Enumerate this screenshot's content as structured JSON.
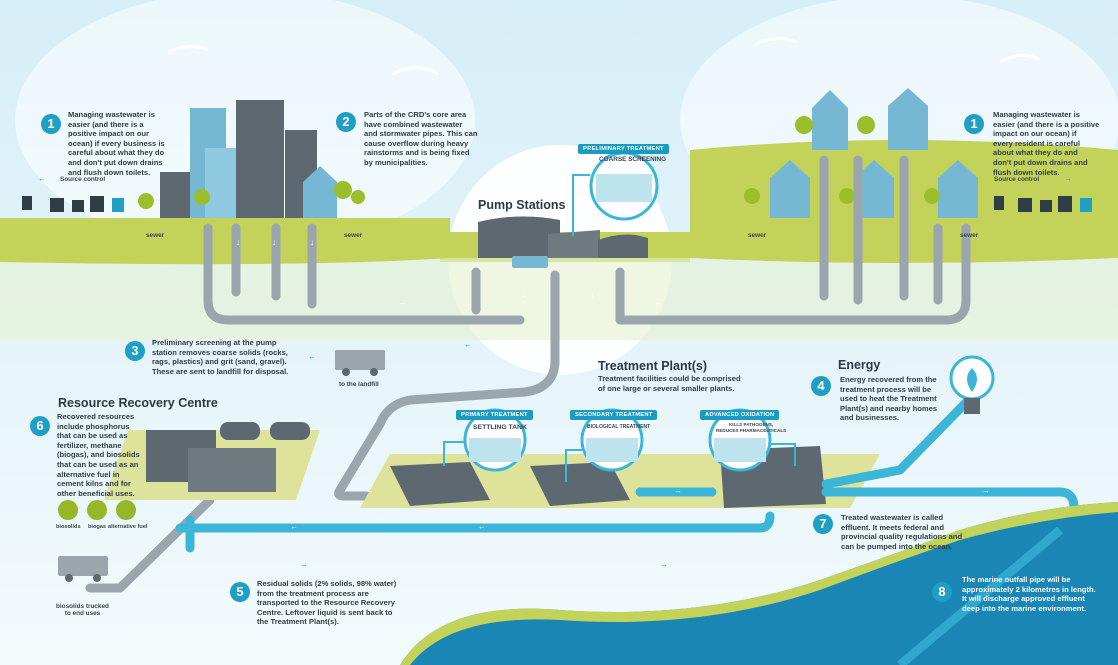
{
  "colors": {
    "sky": "#e9f5fa",
    "ground": "#c8d761",
    "pipe_grey": "#9aa5ad",
    "pipe_blue": "#3bb6d8",
    "ocean": "#1a86b6",
    "building": "#5e6870",
    "accent": "#1f9fc4",
    "sand": "#dde39a"
  },
  "headings": {
    "pump_stations": "Pump Stations",
    "treatment_plants": "Treatment Plant(s)",
    "energy": "Energy",
    "resource_recovery": "Resource Recovery Centre"
  },
  "steps": [
    {
      "number": "1",
      "text": "Managing wastewater is\neasier (and there is a\npositive impact on our\nocean) if every business is\ncareful about what they do\nand don't put down drains\nand flush down toilets."
    },
    {
      "number": "2",
      "text": "Parts of the CRD's core area\nhave combined wastewater\nand stormwater pipes. This can\ncause overflow during heavy\nrainstorms and is being fixed\nby municipalities."
    },
    {
      "number": "1",
      "text": "Managing wastewater is\neasier (and there is a positive\nimpact on our ocean) if\nevery resident is careful\nabout what they do and\ndon't put down drains and\nflush down toilets."
    },
    {
      "number": "3",
      "text": "Preliminary screening at the pump\nstation removes coarse solids (rocks,\nrags, plastics) and grit (sand, gravel).\nThese are sent to landfill for disposal."
    },
    {
      "number": "4",
      "text": "Energy recovered from the\ntreatment process will be\nused to heat the Treatment\nPlant(s) and nearby homes\nand businesses."
    },
    {
      "number": "6",
      "text": "Recovered resources\ninclude phosphorus\nthat can be used as\nfertilizer, methane\n(biogas), and biosolids\nthat can be used as an\nalternative fuel in\ncement kilns and for\nother beneficial uses."
    },
    {
      "number": "5",
      "text": "Residual solids (2% solids, 98% water)\nfrom the treatment process are\ntransported to the Resource Recovery\nCentre. Leftover liquid is sent back to\nthe Treatment Plant(s)."
    },
    {
      "number": "7",
      "text": "Treated wastewater is called\neffluent. It meets federal and\nprovincial quality regulations and\ncan be pumped into the ocean."
    },
    {
      "number": "8",
      "text": "The marine outfall pipe will be\napproximately 2 kilometres in length.\nIt will discharge approved effluent\ndeep into the marine environment."
    }
  ],
  "treatment_subtitle": "Treatment facilities could be comprised\nof one large or several smaller plants.",
  "labels": {
    "source_control": "Source control",
    "sewer": "sewer",
    "to_landfill": "to the landfill",
    "biosolids_trucked": "biosolids trucked\nto end uses"
  },
  "stage_badges": {
    "preliminary": "PRELIMINARY TREATMENT",
    "primary": "PRIMARY TREATMENT",
    "secondary": "SECONDARY TREATMENT",
    "advanced": "ADVANCED OXIDATION"
  },
  "inset_labels": {
    "coarse_screening": "COARSE SCREENING",
    "settling_tank": "SETTLING TANK",
    "biological_treatment": "BIOLOGICAL TREATMENT",
    "kills_pathogens": "KILLS PATHOGENS,\nREDUCES PHARMACEUTICALS"
  },
  "resource_icons": [
    "biosolids",
    "biogas",
    "alternative fuel"
  ],
  "icons": [
    "lightbulb-icon",
    "truck-icon",
    "household-items-icon"
  ]
}
